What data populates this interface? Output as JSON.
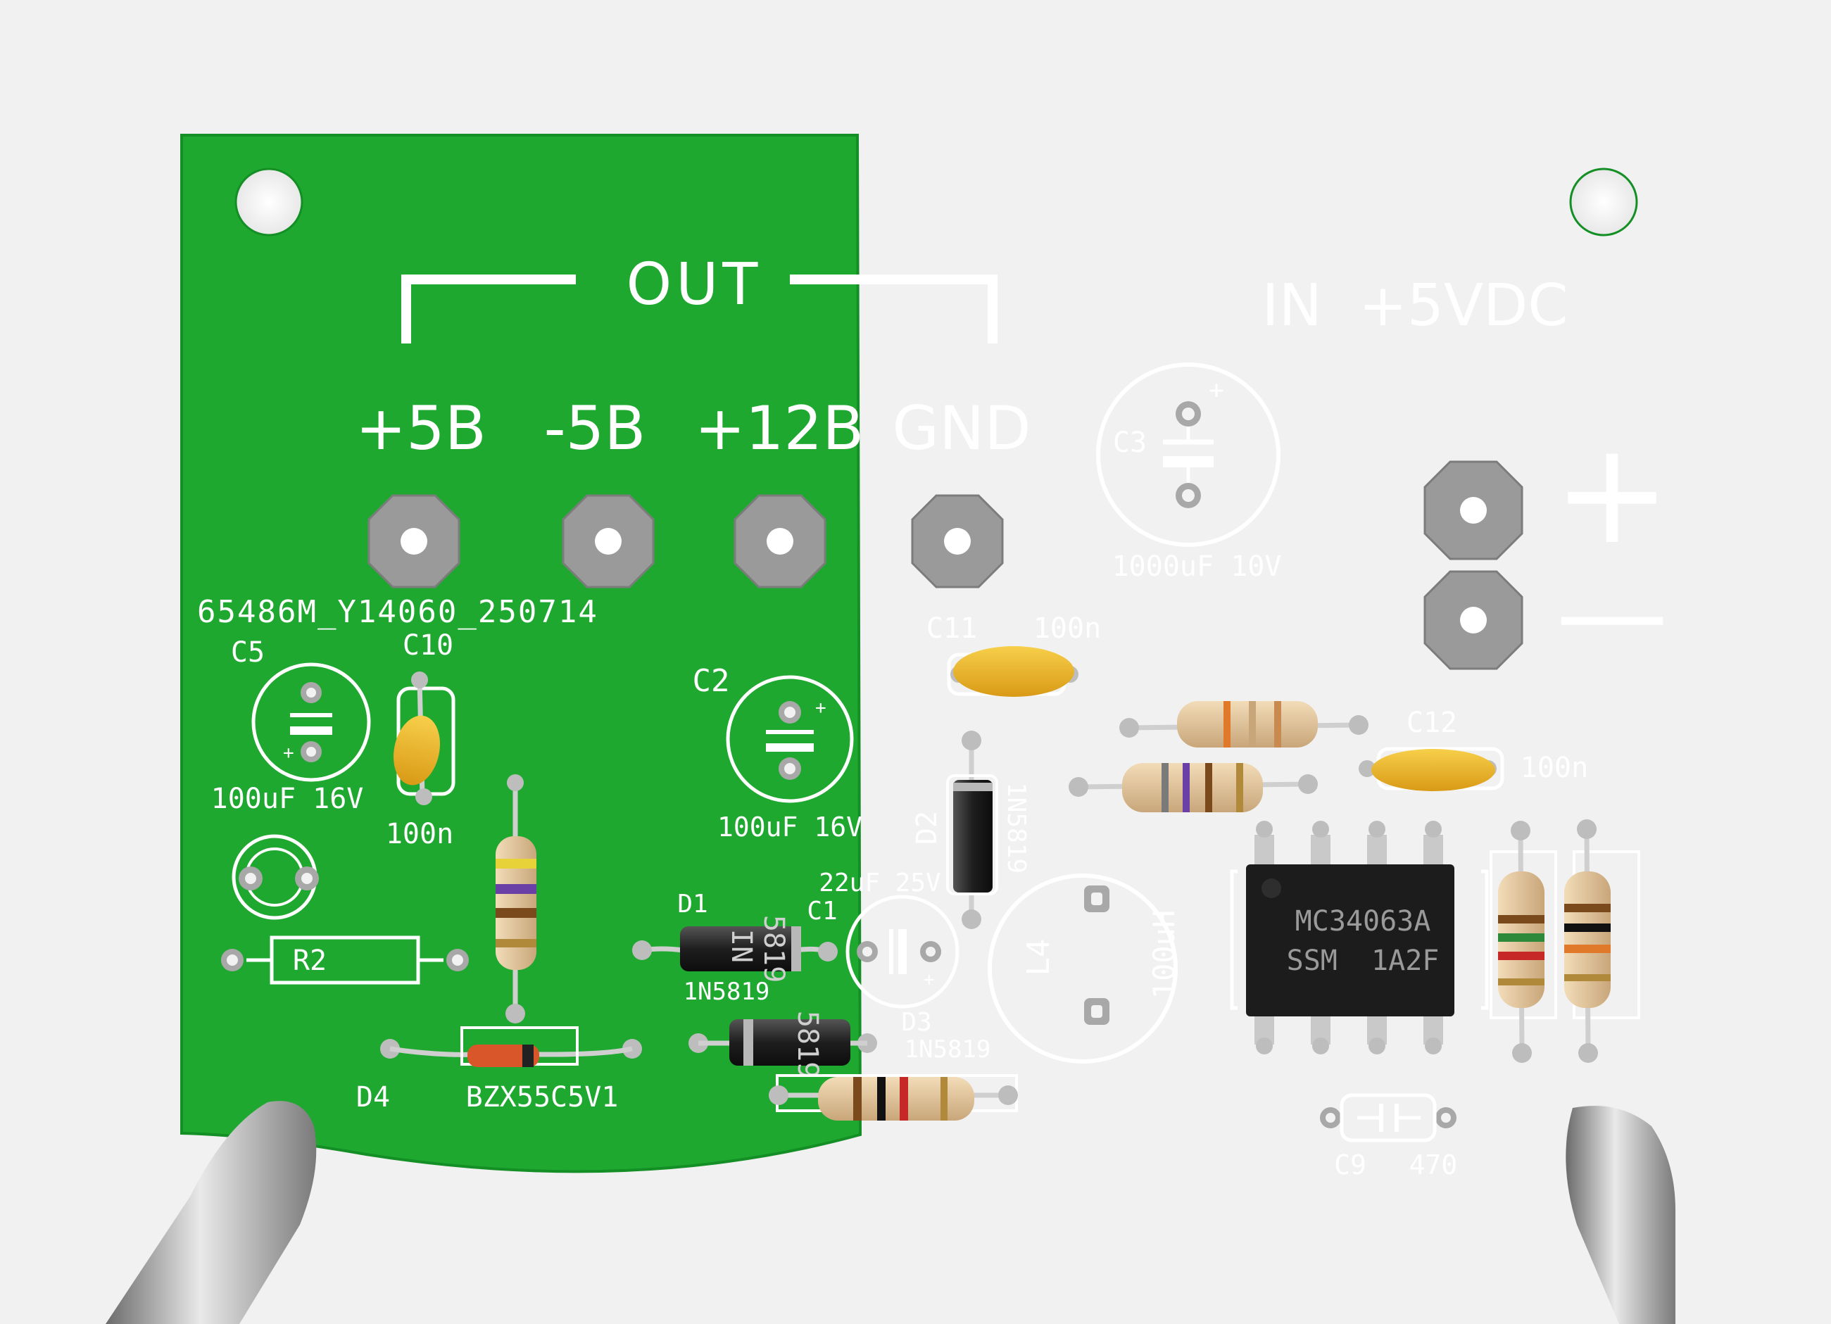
{
  "photo": {
    "subject": "Assembled green PCB held by two metal clips",
    "colors": {
      "background": "#f1f1f1",
      "pcb_green": "#1fa830",
      "pcb_green_dark": "#148f25",
      "silkscreen": "#ffffff",
      "pad_tin": "#9a9a9a",
      "resistor_body": "#e6c9a0",
      "ceramic_cap": "#f0b82a",
      "diode_body": "#2a2a2a",
      "ic_body": "#1c1c1c"
    }
  },
  "board": {
    "output_header": "OUT",
    "input_header": "IN  +5VDC",
    "out_terminals": [
      "+5B",
      "-5B",
      "+12B",
      "GND"
    ],
    "input_plus": "+",
    "input_minus": "—",
    "board_id": "65486M_Y14060_250714",
    "components": {
      "c3": {
        "ref": "C3",
        "value": "1000uF 10V"
      },
      "c5": {
        "ref": "C5",
        "value": "100uF 16V"
      },
      "c10": {
        "ref": "C10",
        "value": "100n"
      },
      "c2": {
        "ref": "C2",
        "value": "100uF 16V"
      },
      "c11": {
        "ref": "C11",
        "value": "100n"
      },
      "c12": {
        "ref": "C12",
        "value": "100n"
      },
      "c1": {
        "ref": "C1",
        "value": "22uF 25V"
      },
      "d1": {
        "ref": "D1",
        "value": "1N5819"
      },
      "d2": {
        "ref": "D2",
        "value": "1N5819"
      },
      "d3": {
        "ref": "D3",
        "value": "1N5819"
      },
      "d4": {
        "ref": "D4",
        "value": "BZX55C5V1"
      },
      "r2": {
        "ref": "R2"
      },
      "l4": {
        "ref": "L4",
        "value": "100uH"
      },
      "c9": {
        "ref": "C9",
        "value": "470"
      },
      "ic": {
        "line1": "MC34063A",
        "line2": "SSM  1A2F"
      },
      "diode_d1_marking": [
        "IN",
        "5819"
      ],
      "diode_d3_marking": "5819"
    }
  }
}
